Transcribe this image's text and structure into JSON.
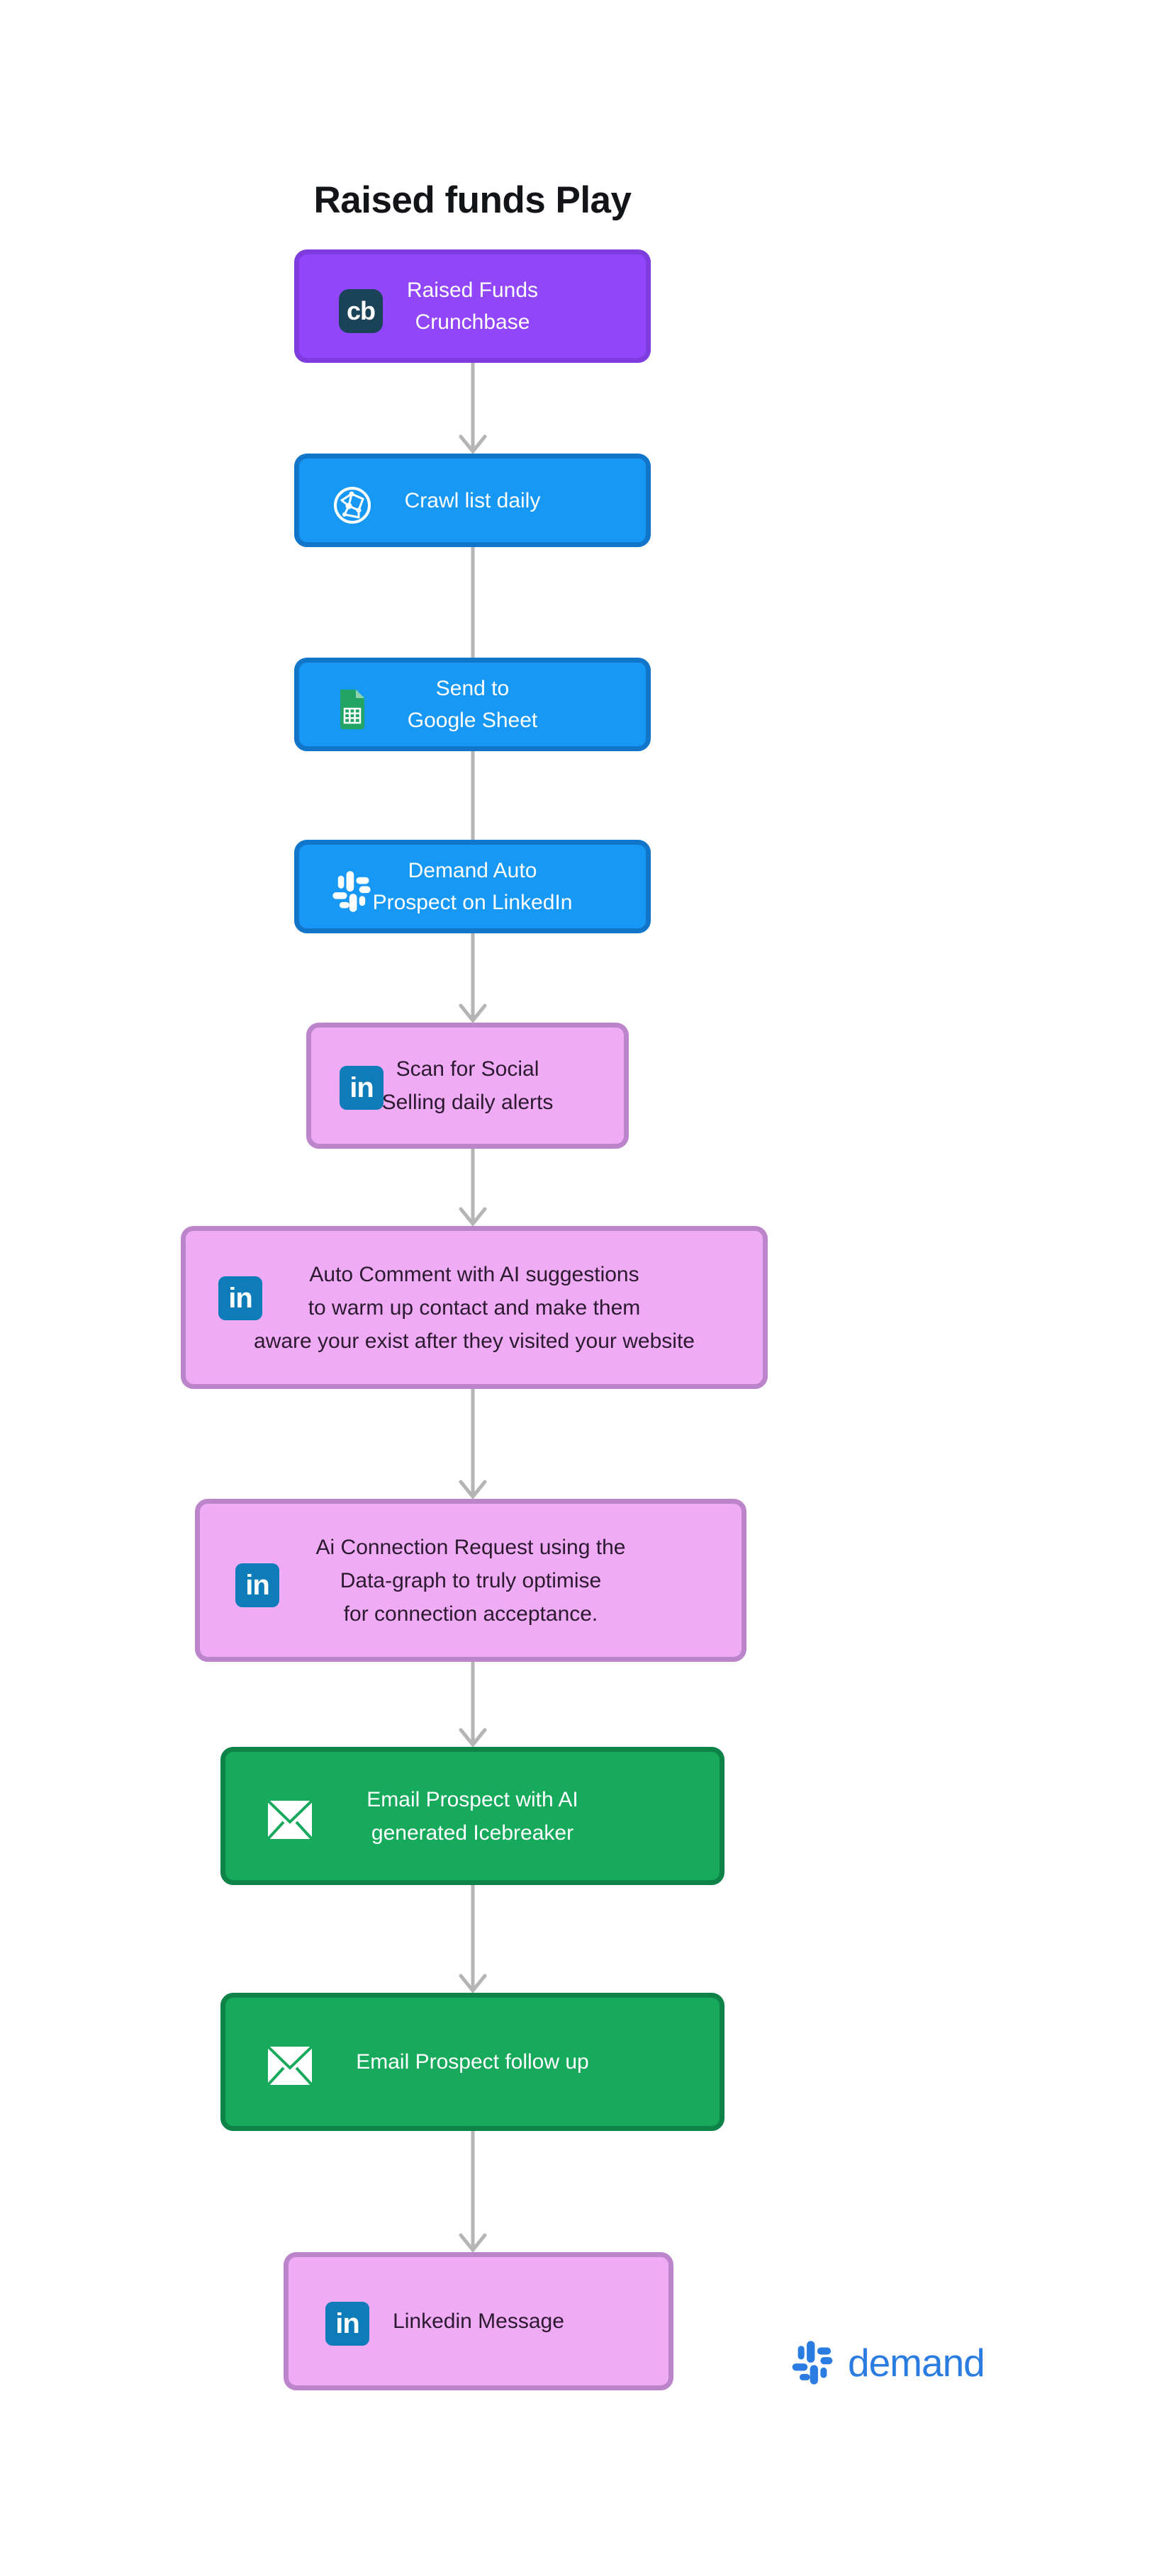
{
  "page": {
    "title": "Raised funds Play",
    "background": "#FFFFFF"
  },
  "icons": {
    "crunchbase_glyph": "cb",
    "linkedin_glyph": "in"
  },
  "colors": {
    "purple_fill": "#9146FA",
    "purple_border": "#7E3BDE",
    "blue_fill": "#1798F5",
    "blue_border": "#1175C9",
    "pink_fill": "#F0ABF5",
    "pink_border": "#BB84CB",
    "green_fill": "#17A95C",
    "green_border": "#0E8348",
    "arrow_gray": "#B5B5B5",
    "linkedin_blue": "#0E7CB8",
    "crunchbase_navy": "#1A4358",
    "sheets_green": "#21A464",
    "demand_blue": "#2B7CE0",
    "dark_text": "#2B1A30",
    "light_text": "#FFFFFF"
  },
  "flow": {
    "nodes": [
      {
        "id": "raised-funds-crunchbase",
        "color": "purple",
        "icon": "crunchbase-icon",
        "lines": [
          "Raised Funds",
          "Crunchbase"
        ]
      },
      {
        "id": "crawl-list-daily",
        "color": "blue",
        "icon": "globe-icon",
        "lines": [
          "Crawl list daily"
        ]
      },
      {
        "id": "send-to-google-sheet",
        "color": "blue",
        "icon": "google-sheets-icon",
        "lines": [
          "Send to",
          "Google Sheet"
        ]
      },
      {
        "id": "demand-auto-prospect-on-linkedin",
        "color": "blue",
        "icon": "demand-icon",
        "lines": [
          "Demand Auto",
          "Prospect on LinkedIn"
        ]
      },
      {
        "id": "scan-for-social-selling",
        "color": "pink",
        "icon": "linkedin-icon",
        "lines": [
          "Scan for Social",
          "Selling daily alerts"
        ]
      },
      {
        "id": "auto-comment-with-ai",
        "color": "pink",
        "icon": "linkedin-icon",
        "lines": [
          "Auto Comment with AI suggestions",
          "to warm up contact and make them",
          "aware your exist after they visited your website"
        ]
      },
      {
        "id": "ai-connection-request",
        "color": "pink",
        "icon": "linkedin-icon",
        "lines": [
          "Ai Connection Request using the",
          "Data-graph to truly optimise",
          "for connection acceptance."
        ]
      },
      {
        "id": "email-prospect-icebreaker",
        "color": "green",
        "icon": "email-icon",
        "lines": [
          "Email Prospect with AI",
          "generated Icebreaker"
        ]
      },
      {
        "id": "email-prospect-follow-up",
        "color": "green",
        "icon": "email-icon",
        "lines": [
          "Email Prospect follow up"
        ]
      },
      {
        "id": "linkedin-message",
        "color": "pink",
        "icon": "linkedin-icon",
        "lines": [
          "Linkedin Message"
        ]
      }
    ],
    "connectors": [
      {
        "from": "raised-funds-crunchbase",
        "to": "crawl-list-daily",
        "arrowhead": true
      },
      {
        "from": "crawl-list-daily",
        "to": "send-to-google-sheet",
        "arrowhead": false
      },
      {
        "from": "send-to-google-sheet",
        "to": "demand-auto-prospect-on-linkedin",
        "arrowhead": false
      },
      {
        "from": "demand-auto-prospect-on-linkedin",
        "to": "scan-for-social-selling",
        "arrowhead": true
      },
      {
        "from": "scan-for-social-selling",
        "to": "auto-comment-with-ai",
        "arrowhead": true
      },
      {
        "from": "auto-comment-with-ai",
        "to": "ai-connection-request",
        "arrowhead": true
      },
      {
        "from": "ai-connection-request",
        "to": "email-prospect-icebreaker",
        "arrowhead": true
      },
      {
        "from": "email-prospect-icebreaker",
        "to": "email-prospect-follow-up",
        "arrowhead": true
      },
      {
        "from": "email-prospect-follow-up",
        "to": "linkedin-message",
        "arrowhead": true
      }
    ]
  },
  "footer": {
    "brand": "demand"
  }
}
